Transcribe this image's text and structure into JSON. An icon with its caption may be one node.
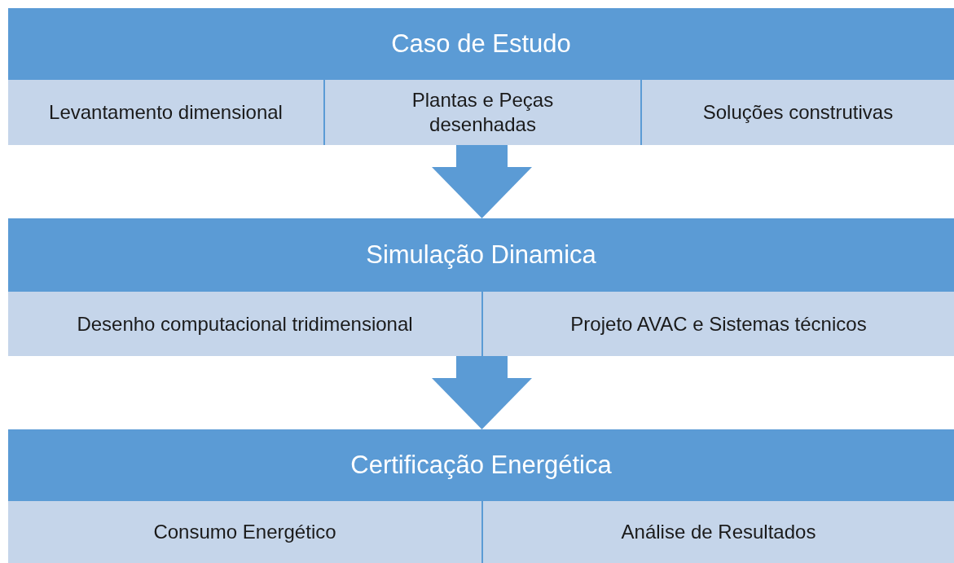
{
  "diagram": {
    "nodes": [
      {
        "text": [
          "Caso de Estudo"
        ]
      },
      {
        "text": [
          "Levantamento dimensional"
        ],
        "in": 0
      },
      {
        "text": [
          "Plantas e Peças desenhadas"
        ],
        "in": 0
      },
      {
        "text": [
          "Soluções construtivas"
        ],
        "in": 0
      },
      {
        "text": [
          "Simulação Dinamica"
        ]
      },
      {
        "text": [
          "Desenho computacional tridimensional"
        ],
        "in": 4
      },
      {
        "text": [
          "Projeto AVAC e Sistemas técnicos"
        ],
        "in": 4
      },
      {
        "text": [
          "Certificação Energética"
        ]
      },
      {
        "text": [
          "Consumo Energético"
        ],
        "in": 7
      },
      {
        "text": [
          "Análise de Resultados"
        ],
        "in": 7
      }
    ],
    "edges": [
      {
        "from": 0,
        "to": 4,
        "arrow": "to"
      },
      {
        "from": 4,
        "to": 7,
        "arrow": "to"
      }
    ]
  }
}
